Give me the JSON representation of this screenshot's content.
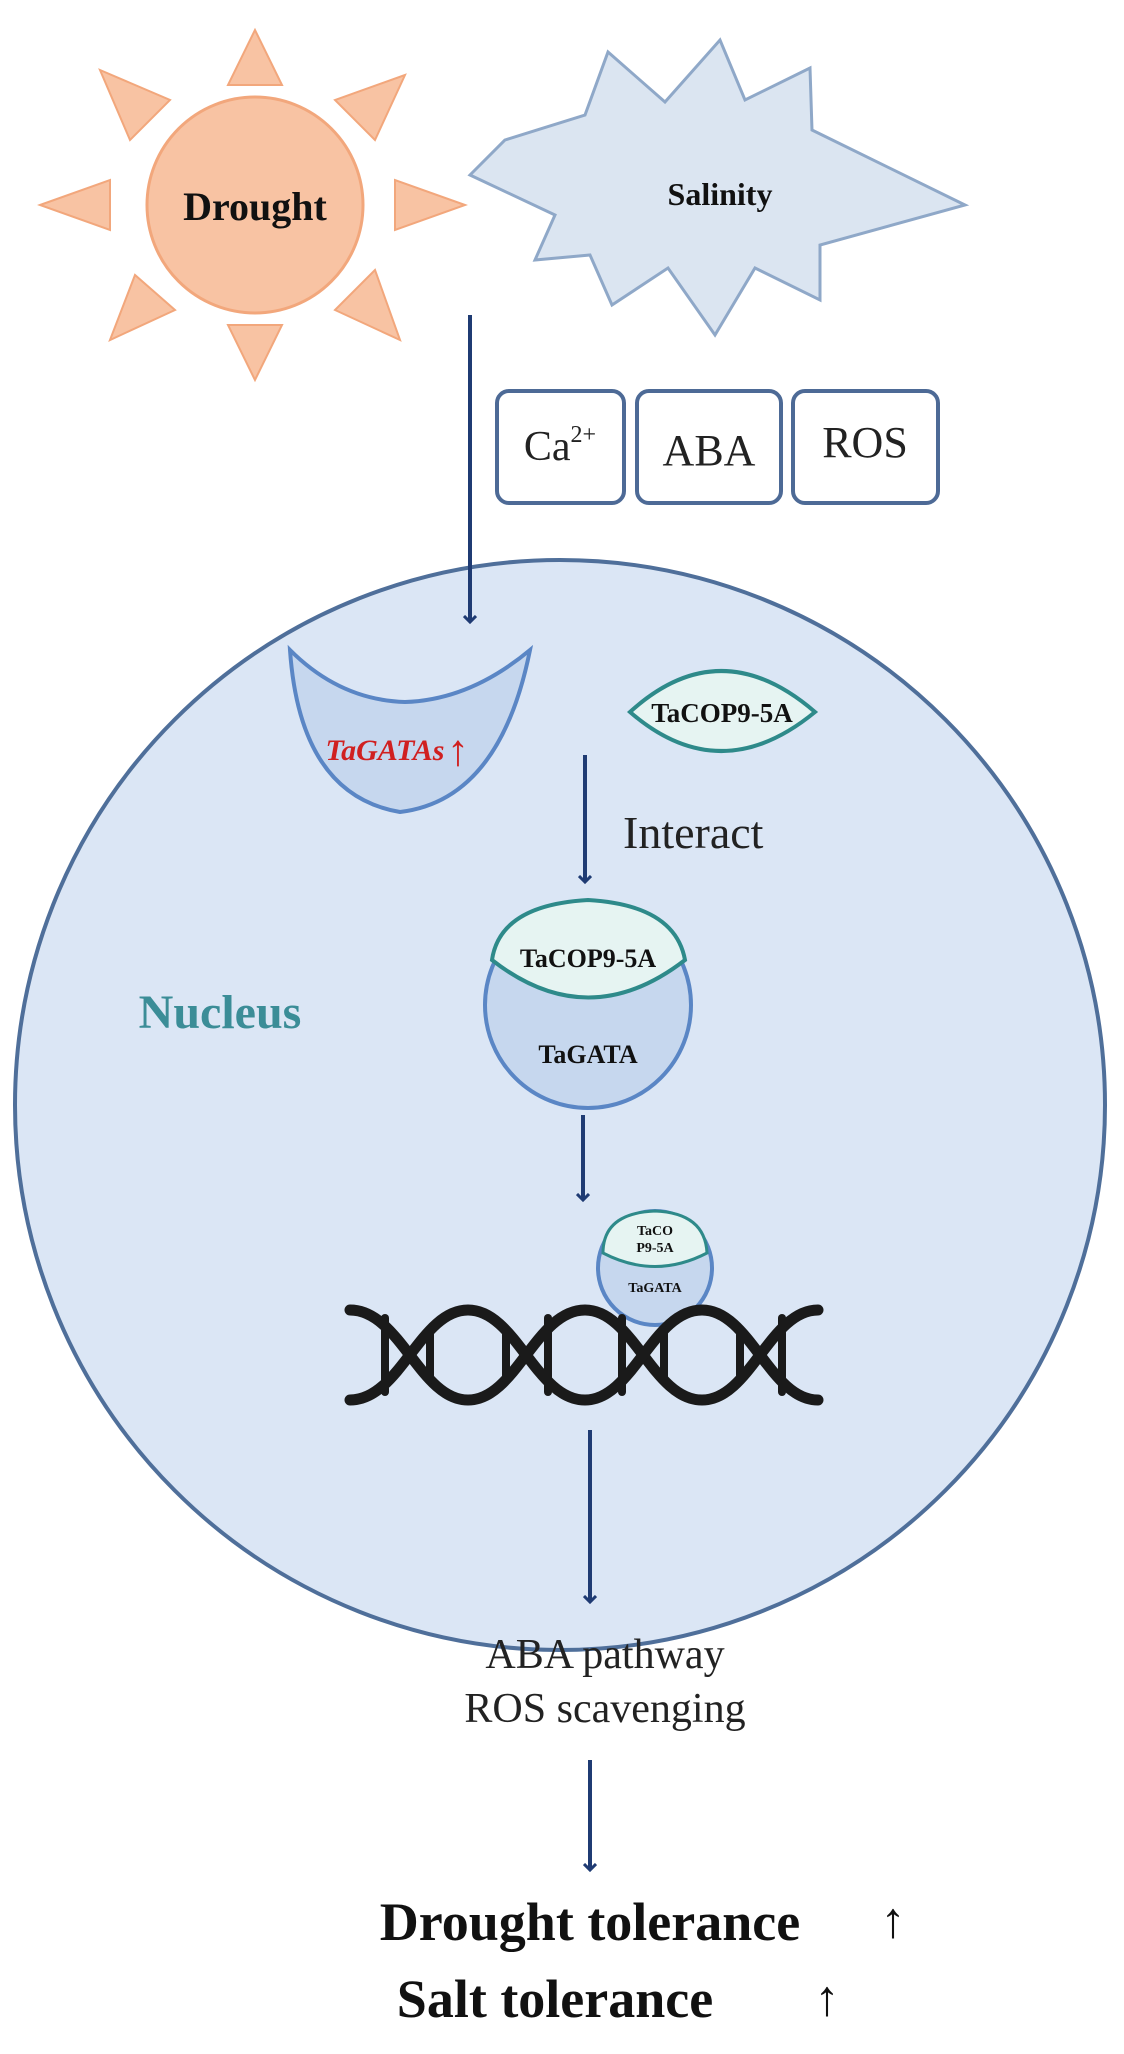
{
  "stressors": {
    "drought": "Drought",
    "salinity": "Salinity"
  },
  "signals": {
    "ca_base": "Ca",
    "ca_sup": "2+",
    "aba": "ABA",
    "ros": "ROS"
  },
  "nucleus": {
    "label": "Nucleus",
    "tagatas": "TaGATAs",
    "tagatas_up_arrow": "↑",
    "tacop_free": "TaCOP9-5A",
    "interact": "Interact",
    "complex_large": {
      "top": "TaCOP9-5A",
      "bottom": "TaGATA"
    },
    "complex_small": {
      "top_line1": "TaCO",
      "top_line2": "P9-5A",
      "bottom": "TaGATA"
    }
  },
  "pathway": {
    "line1": "ABA pathway",
    "line2": "ROS scavenging"
  },
  "outcome": {
    "drought": "Drought tolerance",
    "salt": "Salt tolerance",
    "up_symbol": "↑"
  },
  "colors": {
    "sun": "#f8c3a3",
    "sun_stroke": "#f2a77c",
    "salinity": "#dbe5f1",
    "salinity_stroke": "#8fa8c8",
    "nucleus_fill": "#dbe6f5",
    "nucleus_stroke": "#4f6f9a",
    "arrow": "#1f3b73",
    "box_stroke": "#4d6a96",
    "tagata_fill": "#c6d7ee",
    "tagata_stroke": "#5a86c5",
    "tacop_fill": "#e6f4f2",
    "tacop_stroke": "#2e8a8a",
    "nucleus_text": "#3b8d97",
    "tagatas_text": "#d02020",
    "dna": "#1a1a1a"
  }
}
